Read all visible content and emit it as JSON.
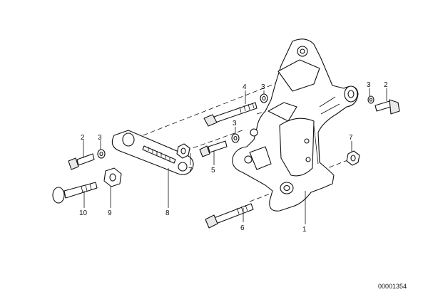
{
  "callouts": {
    "c1": "1",
    "c2_left": "2",
    "c2_right": "2",
    "c3_left": "3",
    "c3_mid": "3",
    "c3_right": "3",
    "c3_top": "3",
    "c4": "4",
    "c5": "5",
    "c6": "6",
    "c7_mid": "7",
    "c7_right": "7",
    "c8": "8",
    "c9": "9",
    "c10": "10"
  },
  "document_id": "00001354"
}
